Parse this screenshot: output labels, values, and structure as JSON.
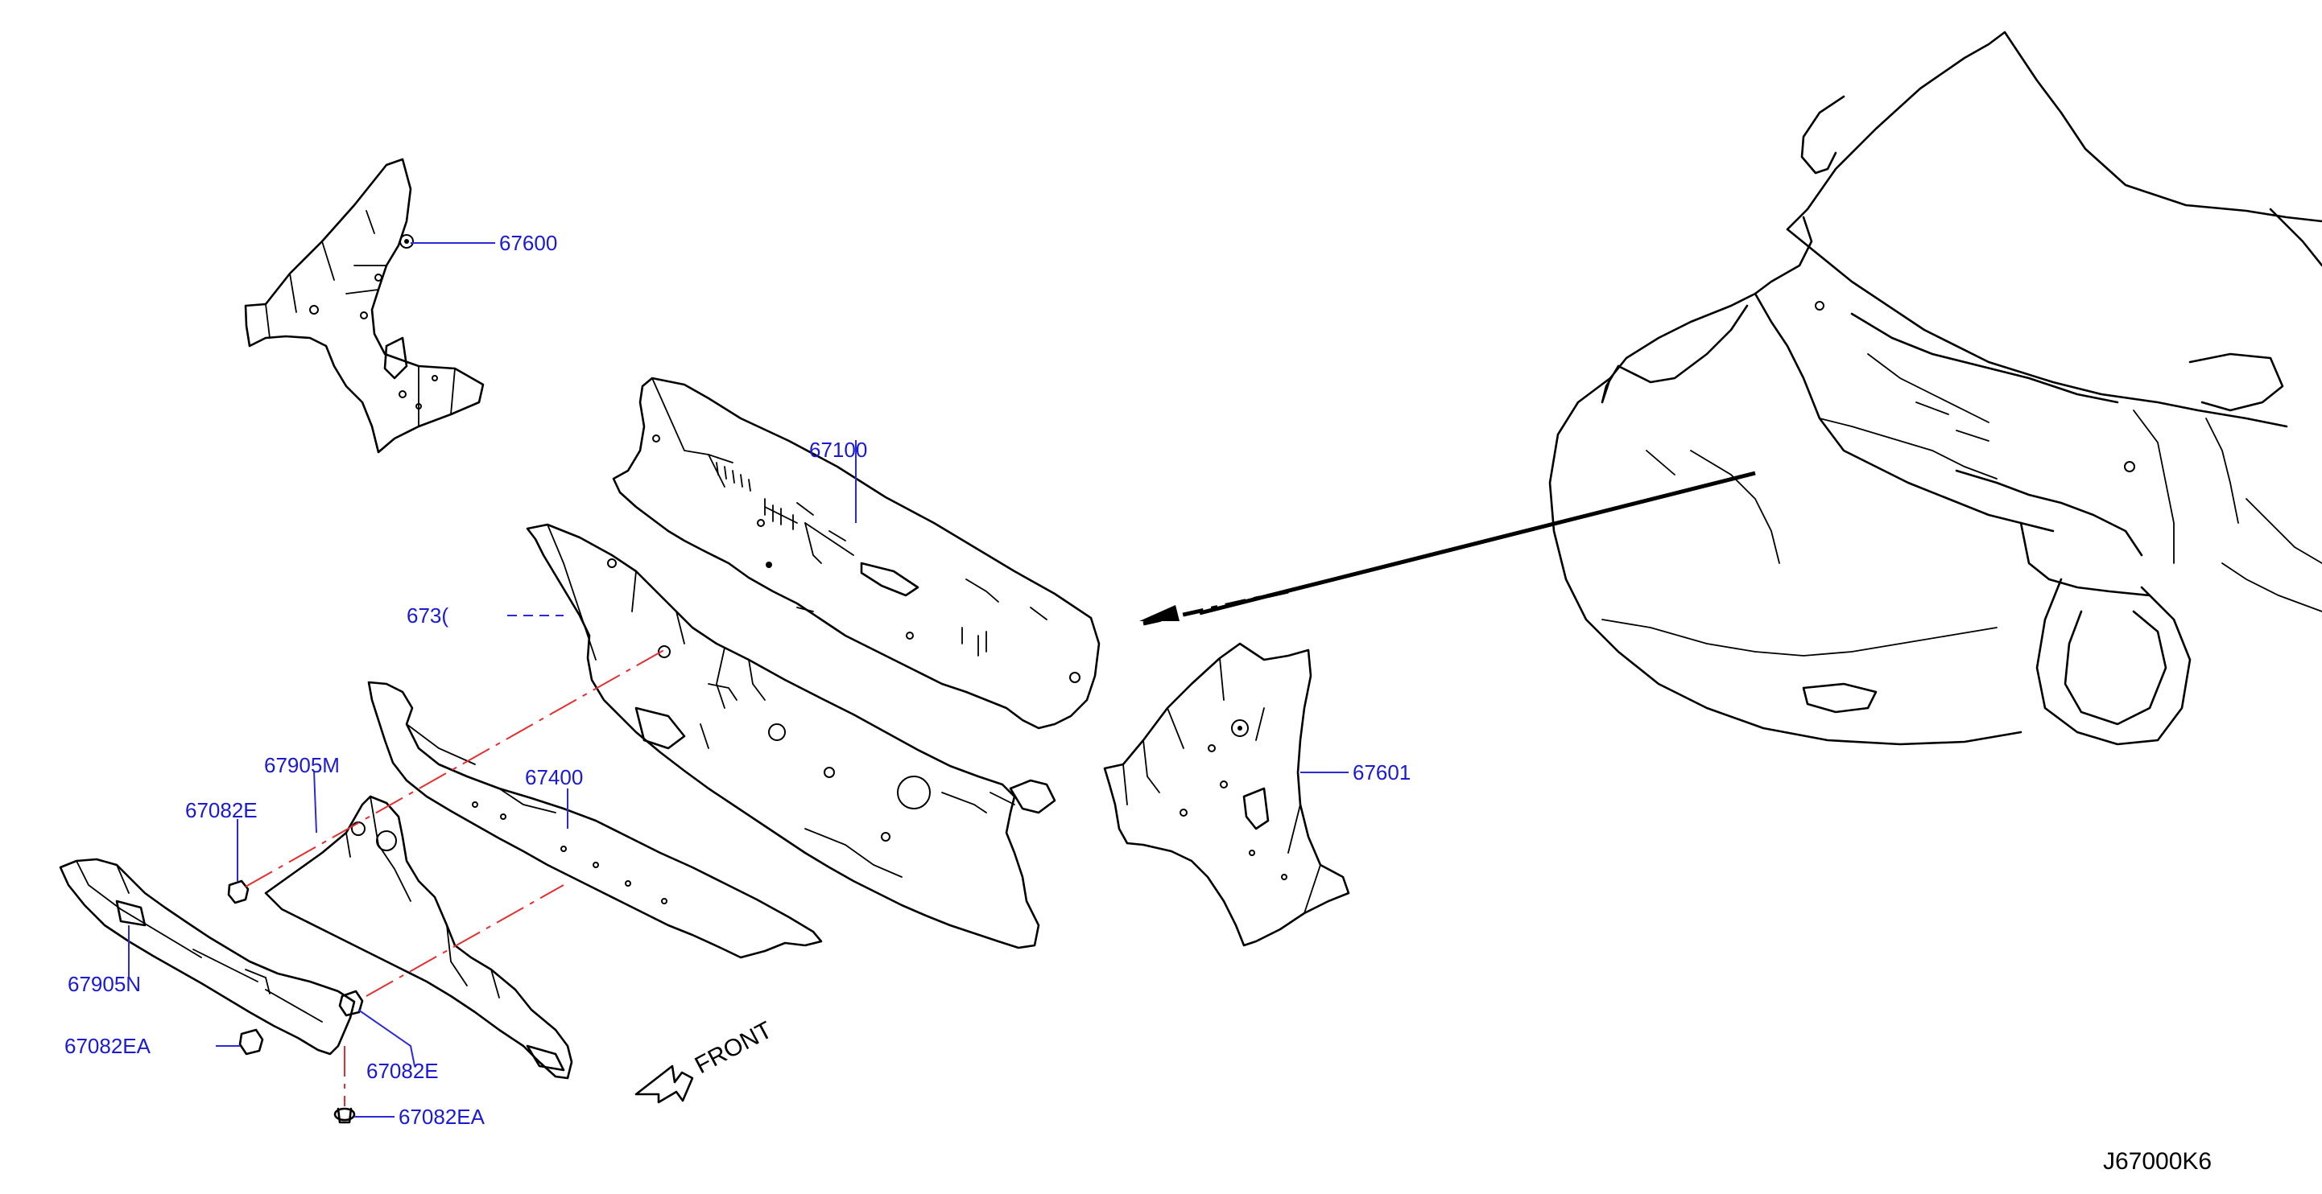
{
  "diagram": {
    "code": "J67000K6",
    "front_label": "FRONT"
  },
  "callouts": [
    {
      "id": "67600",
      "label": "67600"
    },
    {
      "id": "67100",
      "label": "67100"
    },
    {
      "id": "67300",
      "label": "673("
    },
    {
      "id": "67400",
      "label": "67400"
    },
    {
      "id": "67601",
      "label": "67601"
    },
    {
      "id": "67905M",
      "label": "67905M"
    },
    {
      "id": "67082E_a",
      "label": "67082E"
    },
    {
      "id": "67905N",
      "label": "67905N"
    },
    {
      "id": "67082EA_a",
      "label": "67082EA"
    },
    {
      "id": "67082E_b",
      "label": "67082E"
    },
    {
      "id": "67082EA_b",
      "label": "67082EA"
    }
  ],
  "colors": {
    "callout": "#1a1ad2",
    "linework": "#000000",
    "alignment": "#e23030"
  }
}
